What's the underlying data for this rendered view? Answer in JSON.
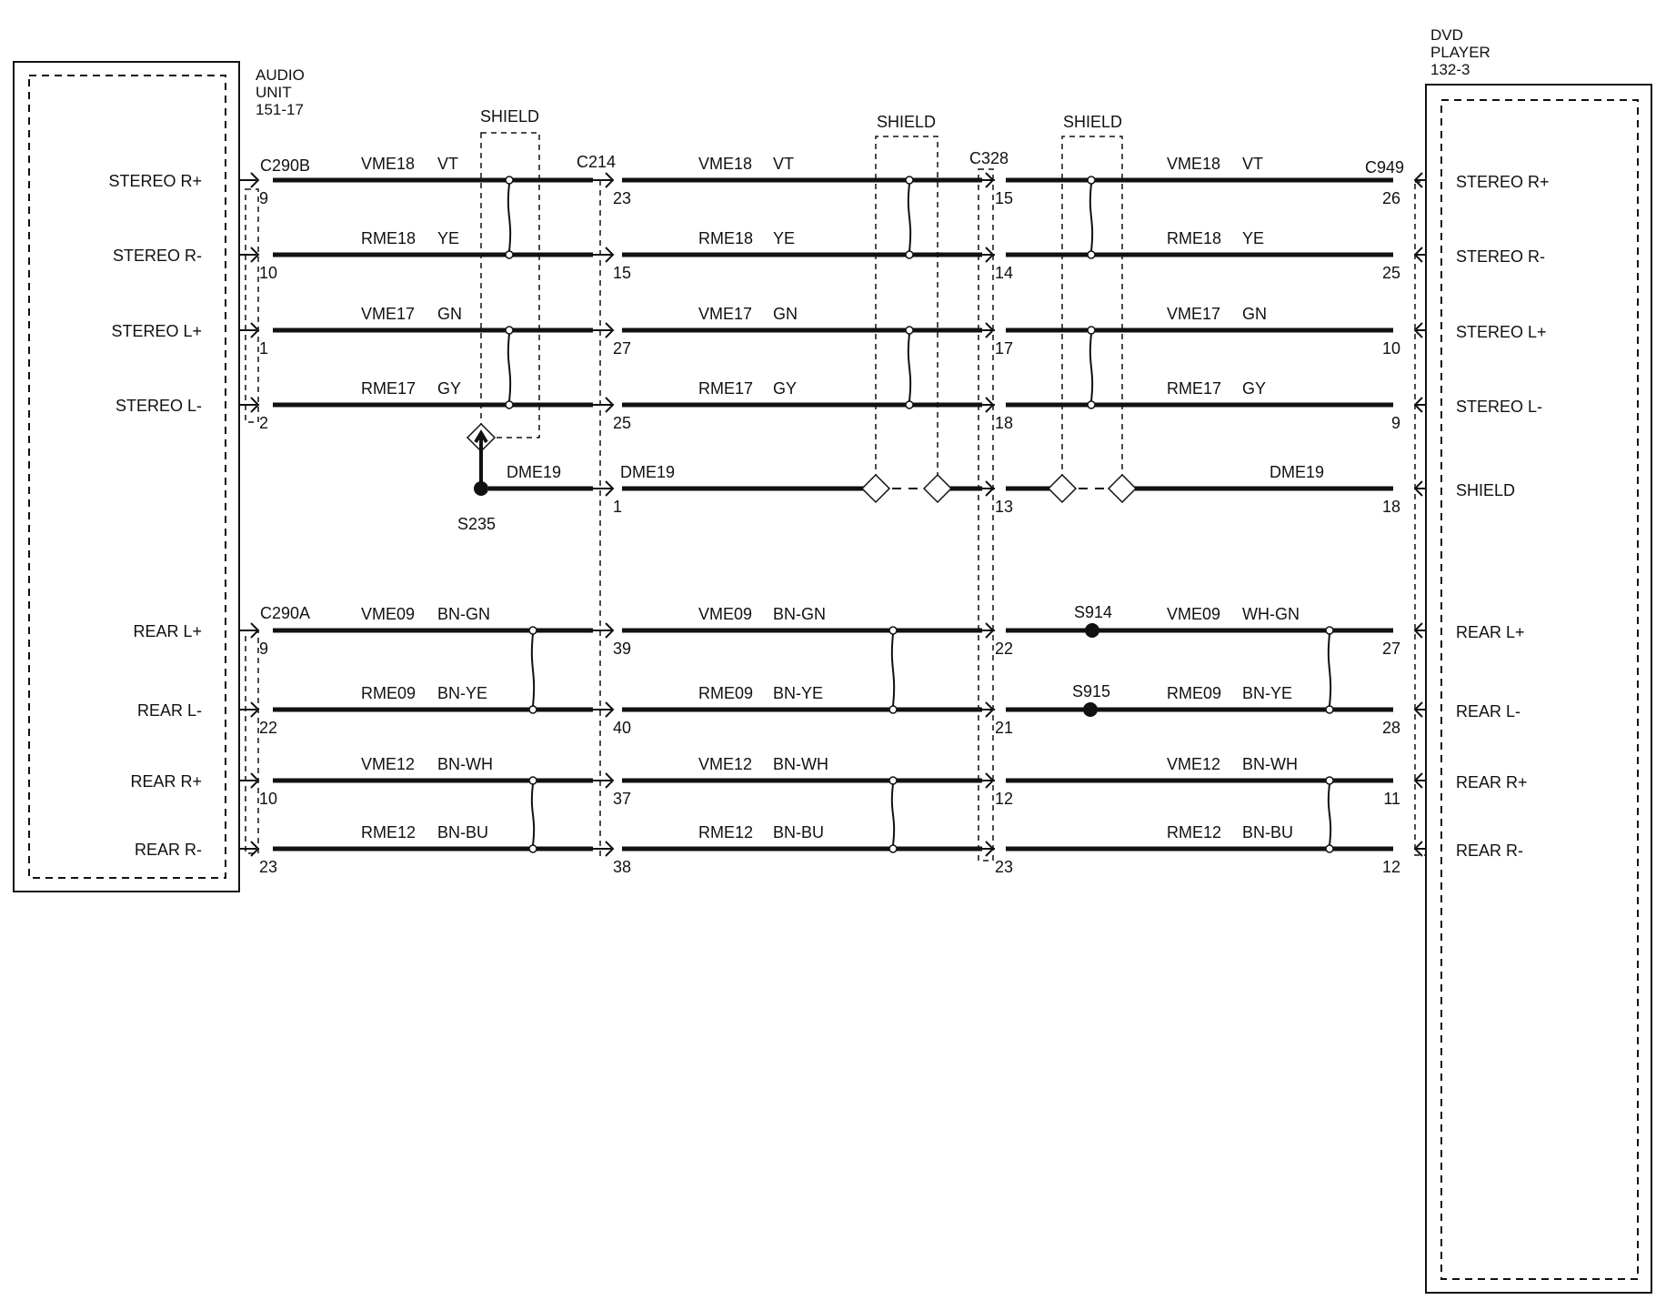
{
  "audio_unit": {
    "title_lines": [
      "AUDIO",
      "UNIT",
      "151-17"
    ]
  },
  "dvd_player": {
    "title_lines": [
      "DVD",
      "PLAYER",
      "132-3"
    ]
  },
  "shield_labels": [
    "SHIELD",
    "SHIELD",
    "SHIELD"
  ],
  "connectors": {
    "audio_stereo": "C290B",
    "audio_rear": "C290A",
    "c214": "C214",
    "c328": "C328",
    "c949": "C949"
  },
  "splices": {
    "s235": "S235",
    "s914": "S914",
    "s915": "S915"
  },
  "circuits": [
    {
      "left_label": "STEREO R+",
      "right_label": "STEREO R+",
      "pins": [
        "9",
        "23",
        "15",
        "26"
      ],
      "seg1": [
        "VME18",
        "VT"
      ],
      "seg2": [
        "VME18",
        "VT"
      ],
      "seg3": [
        "VME18",
        "VT"
      ]
    },
    {
      "left_label": "STEREO R-",
      "right_label": "STEREO R-",
      "pins": [
        "10",
        "15",
        "14",
        "25"
      ],
      "seg1": [
        "RME18",
        "YE"
      ],
      "seg2": [
        "RME18",
        "YE"
      ],
      "seg3": [
        "RME18",
        "YE"
      ]
    },
    {
      "left_label": "STEREO L+",
      "right_label": "STEREO L+",
      "pins": [
        "1",
        "27",
        "17",
        "10"
      ],
      "seg1": [
        "VME17",
        "GN"
      ],
      "seg2": [
        "VME17",
        "GN"
      ],
      "seg3": [
        "VME17",
        "GN"
      ]
    },
    {
      "left_label": "STEREO L-",
      "right_label": "STEREO L-",
      "pins": [
        "2",
        "25",
        "18",
        "9"
      ],
      "seg1": [
        "RME17",
        "GY"
      ],
      "seg2": [
        "RME17",
        "GY"
      ],
      "seg3": [
        "RME17",
        "GY"
      ]
    },
    {
      "left_label": "",
      "right_label": "SHIELD",
      "pins": [
        "",
        "1",
        "13",
        "18"
      ],
      "seg1": [
        "DME19",
        ""
      ],
      "seg2": [
        "DME19",
        ""
      ],
      "seg3": [
        "DME19",
        ""
      ]
    },
    {
      "left_label": "REAR L+",
      "right_label": "REAR L+",
      "pins": [
        "9",
        "39",
        "22",
        "27"
      ],
      "seg1": [
        "VME09",
        "BN-GN"
      ],
      "seg2": [
        "VME09",
        "BN-GN"
      ],
      "seg3": [
        "VME09",
        "WH-GN"
      ]
    },
    {
      "left_label": "REAR L-",
      "right_label": "REAR L-",
      "pins": [
        "22",
        "40",
        "21",
        "28"
      ],
      "seg1": [
        "RME09",
        "BN-YE"
      ],
      "seg2": [
        "RME09",
        "BN-YE"
      ],
      "seg3": [
        "RME09",
        "BN-YE"
      ]
    },
    {
      "left_label": "REAR R+",
      "right_label": "REAR R+",
      "pins": [
        "10",
        "37",
        "12",
        "11"
      ],
      "seg1": [
        "VME12",
        "BN-WH"
      ],
      "seg2": [
        "VME12",
        "BN-WH"
      ],
      "seg3": [
        "VME12",
        "BN-WH"
      ]
    },
    {
      "left_label": "REAR R-",
      "right_label": "REAR R-",
      "pins": [
        "23",
        "38",
        "23",
        "12"
      ],
      "seg1": [
        "RME12",
        "BN-BU"
      ],
      "seg2": [
        "RME12",
        "BN-BU"
      ],
      "seg3": [
        "RME12",
        "BN-BU"
      ]
    }
  ]
}
